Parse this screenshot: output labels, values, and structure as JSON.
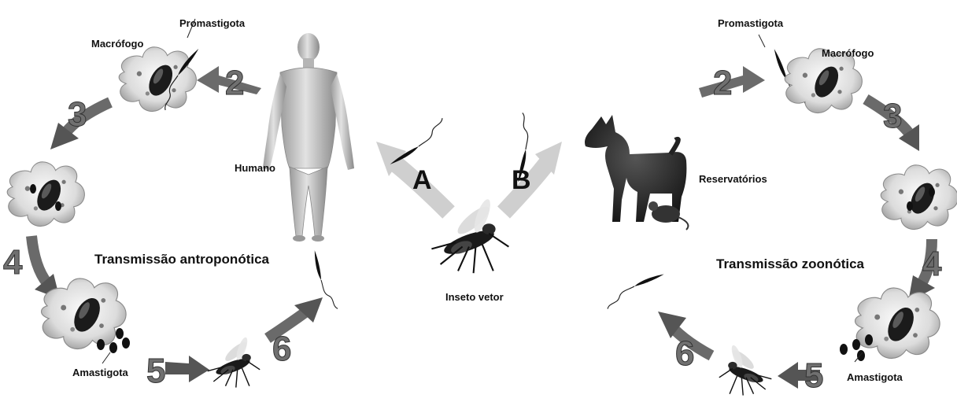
{
  "left_cycle": {
    "title": "Transmissão antroponótica",
    "host_label": "Humano",
    "macrophage_label": "Macrófogo",
    "promastigote_label": "Promastigota",
    "amastigote_label": "Amastigota",
    "steps": [
      "2",
      "3",
      "4",
      "5",
      "6"
    ]
  },
  "right_cycle": {
    "title": "Transmissão zoonótica",
    "host_label": "Reservatórios",
    "macrophage_label": "Macrófogo",
    "promastigote_label": "Promastigota",
    "amastigote_label": "Amastigota",
    "steps": [
      "2",
      "3",
      "4",
      "5",
      "6"
    ]
  },
  "center": {
    "vector_label": "Inseto vetor",
    "branch_a": "A",
    "branch_b": "B"
  }
}
